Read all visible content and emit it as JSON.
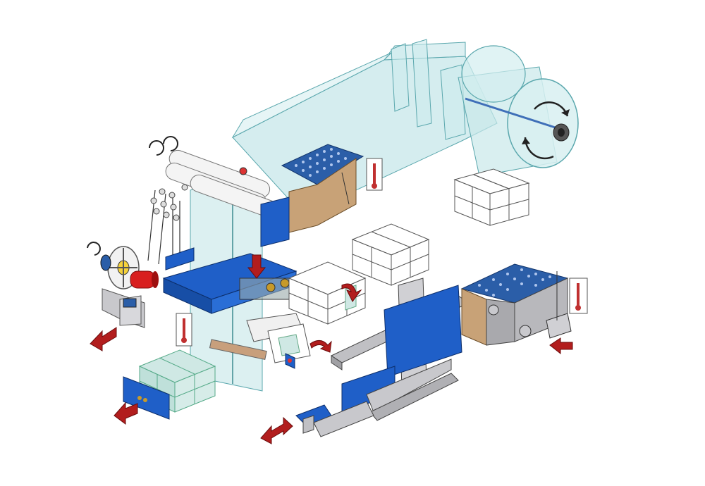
{
  "diagram": {
    "type": "exploded-isometric-machine-illustration",
    "printed_text": [],
    "colors": {
      "film": "#bfe3e6",
      "film_edge": "#5aa7ad",
      "frame_blue": "#1f5fc8",
      "heater_tan": "#c8a277",
      "conveyor_grid": "#2b5ea8",
      "metal_gray": "#b8b8bc",
      "arrow_red": "#b21d1d",
      "pack_white": "#ffffff",
      "pack_tinted": "#cfe8e4",
      "thermo_red": "#c03030"
    },
    "components": [
      "film-roll",
      "film-web",
      "tension-rollers",
      "sealing-station",
      "crimp-wheel",
      "red-drive-motor",
      "blue-frame",
      "pusher-assembly",
      "heat-tunnel",
      "product-stacks",
      "thermometers",
      "direction-arrows",
      "rotation-indicators"
    ]
  }
}
